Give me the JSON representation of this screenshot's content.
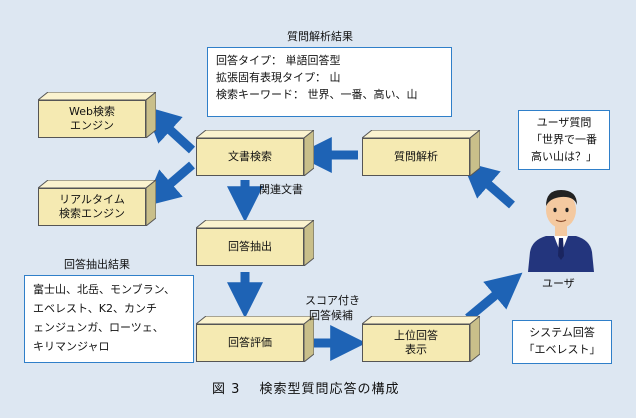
{
  "panels": {
    "analysis_title": "質問解析結果",
    "analysis_lines": [
      "回答タイプ： 単語回答型",
      "拡張固有表現タイプ： 山",
      "検索キーワード： 世界、一番、高い、山"
    ],
    "extraction_title": "回答抽出結果",
    "extraction_lines": [
      "富士山、北岳、モンブラン、",
      "エベレスト、K2、カンチ",
      "ェンジュンガ、ローツェ、",
      "キリマンジャロ"
    ],
    "user_question_lines": [
      "ユーザ質問",
      "「世界で一番",
      "高い山は？」"
    ],
    "system_answer_lines": [
      "システム回答",
      "「エベレスト」"
    ]
  },
  "boxes": {
    "web_search": "Web検索\nエンジン",
    "realtime_search": "リアルタイム\n検索エンジン",
    "doc_search": "文書検索",
    "question_analysis": "質問解析",
    "answer_extraction": "回答抽出",
    "answer_evaluation": "回答評価",
    "top_answer": "上位回答\n表示"
  },
  "arrow_labels": {
    "related_docs": "関連文書",
    "scored_candidates_1": "スコア付き",
    "scored_candidates_2": "回答候補"
  },
  "user_label": "ユーザ",
  "caption": "図 3　 検索型質問応答の構成",
  "colors": {
    "background": "#dde7f2",
    "box": "#f5eab2",
    "arrow": "#1e63b5",
    "panel_border": "#2f7fc9"
  }
}
